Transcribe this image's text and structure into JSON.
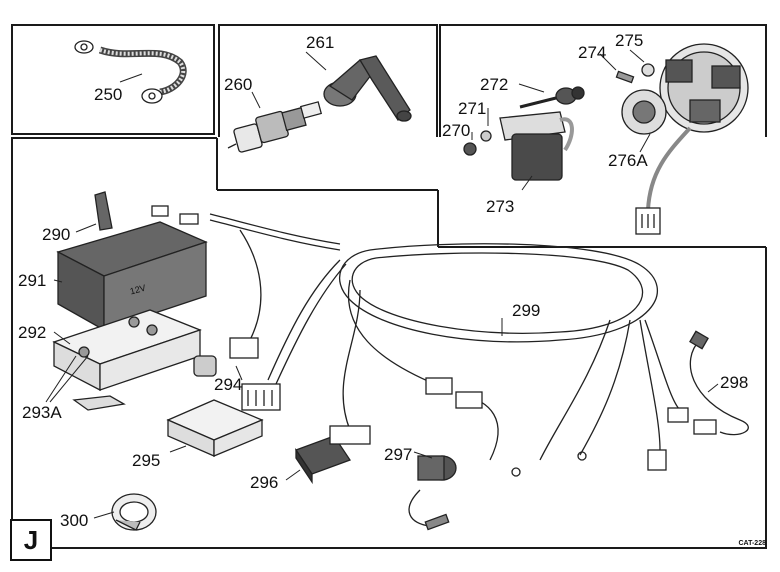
{
  "section_letter": "J",
  "catalog_code": "CAT-228",
  "parts": [
    {
      "id": "250",
      "name": "ground-cable"
    },
    {
      "id": "260",
      "name": "spark-plug"
    },
    {
      "id": "261",
      "name": "spark-plug-cap"
    },
    {
      "id": "270",
      "name": "nut"
    },
    {
      "id": "271",
      "name": "washer"
    },
    {
      "id": "272",
      "name": "bolt-with-grommet"
    },
    {
      "id": "273",
      "name": "ignition-coil"
    },
    {
      "id": "274",
      "name": "screw"
    },
    {
      "id": "275",
      "name": "washer"
    },
    {
      "id": "276A",
      "name": "stator-and-flywheel"
    },
    {
      "id": "290",
      "name": "battery-strap"
    },
    {
      "id": "291",
      "name": "battery"
    },
    {
      "id": "292",
      "name": "battery-tray"
    },
    {
      "id": "293A",
      "name": "rubber-pad"
    },
    {
      "id": "294",
      "name": "connector"
    },
    {
      "id": "295",
      "name": "cdi-unit"
    },
    {
      "id": "296",
      "name": "voltage-regulator"
    },
    {
      "id": "297",
      "name": "ignition-switch"
    },
    {
      "id": "298",
      "name": "wire-lead"
    },
    {
      "id": "299",
      "name": "main-wiring-harness"
    },
    {
      "id": "300",
      "name": "electrical-tape"
    }
  ],
  "battery_text": "12V"
}
